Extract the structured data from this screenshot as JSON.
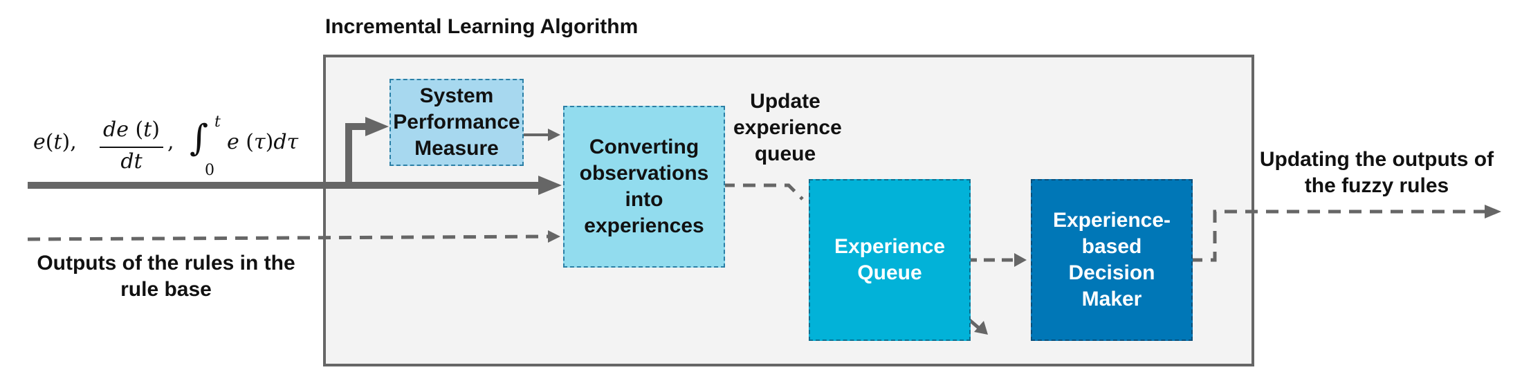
{
  "diagram": {
    "container_title": "Incremental Learning Algorithm",
    "input_signals": {
      "e": "e",
      "t": "t",
      "de": "de",
      "dt": "dt",
      "int_lower": "0",
      "int_upper": "t",
      "tau": "τ",
      "dtau": "dτ"
    },
    "rule_outputs_label": "Outputs of the rules in the rule base",
    "update_label": "Update experience queue",
    "updating_outputs_label": "Updating the outputs of the fuzzy rules",
    "boxes": {
      "system_performance": "System Performance Measure",
      "converting": "Converting observations into experiences",
      "experience_queue": "Experience Queue",
      "decision_maker": "Experience-based Decision Maker"
    },
    "colors": {
      "container_border": "#666666",
      "container_fill": "#f3f3f3",
      "system_performance_fill": "#a7d8ef",
      "converting_fill": "#92dcee",
      "experience_queue_fill": "#02b2d8",
      "decision_maker_fill": "#0077b7",
      "arrow": "#666666"
    }
  }
}
